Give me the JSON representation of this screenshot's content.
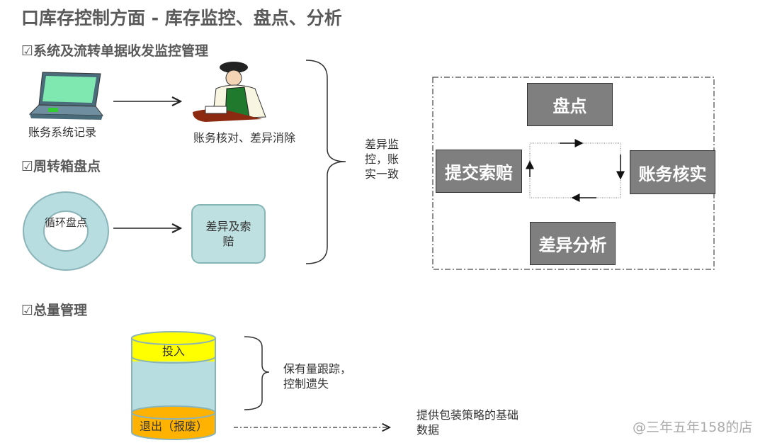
{
  "title": "口库存控制方面 - 库存监控、盘点、分析",
  "sections": {
    "system": "☑系统及流转单据收发监控管理",
    "turnover": "☑周转箱盘点",
    "total": "☑总量管理"
  },
  "flow1": {
    "left_caption": "账务系统记录",
    "right_caption": "账务核对、差异消除"
  },
  "flow2": {
    "ring_label": "循环盘点",
    "box_label": "差异及索赔"
  },
  "brace_text": "差异监控，账实一致",
  "cycle": {
    "top": "盘点",
    "right": "账务核实",
    "bottom": "差异分析",
    "left": "提交索赔"
  },
  "cylinder": {
    "top_label": "投入",
    "bottom_label": "退出（报废）",
    "brace_text": "保有量跟踪，控制遗失",
    "arrow_text": "提供包装策略的基础数据"
  },
  "watermark": "@三年五年158的店",
  "colors": {
    "yellow": "#ffff00",
    "orange": "#ffb300",
    "teal": "#b7dde0",
    "gray_box": "#7f7f7f"
  }
}
